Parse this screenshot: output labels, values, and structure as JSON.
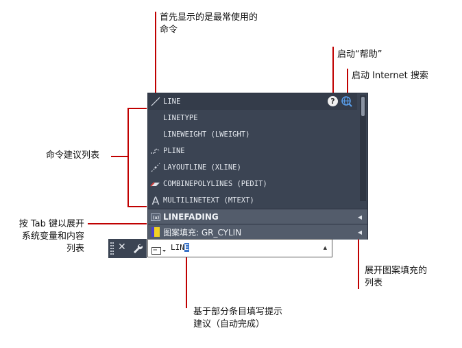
{
  "callouts": {
    "frequent": [
      "首先显示的是最常使用的",
      "命令"
    ],
    "help": "启动“帮助”",
    "internet": "启动 Internet 搜索",
    "suggestions": "命令建议列表",
    "tab": [
      "按 Tab 键以展开",
      "系统变量和内容",
      "列表"
    ],
    "expand": [
      "展开图案填充的",
      "列表"
    ],
    "autocomplete": [
      "基于部分条目填写提示",
      "建议（自动完成）"
    ]
  },
  "suggestions": [
    {
      "label": "LINE",
      "icon": "line-icon"
    },
    {
      "label": "LINETYPE",
      "icon": ""
    },
    {
      "label": "LINEWEIGHT (LWEIGHT)",
      "icon": ""
    },
    {
      "label": "PLINE",
      "icon": "pline-icon"
    },
    {
      "label": "LAYOUTLINE (XLINE)",
      "icon": "xline-icon"
    },
    {
      "label": "COMBINEPOLYLINES (PEDIT)",
      "icon": "pedit-icon"
    },
    {
      "label": "MULTILINETEXT (MTEXT)",
      "icon": "mtext-icon"
    }
  ],
  "categories": [
    {
      "label": "LINEFADING",
      "icon": "sysvar-icon"
    },
    {
      "label": "图案填充: GR_CYLIN",
      "icon": "hatch-icon"
    }
  ],
  "command_line": {
    "input_typed": "LIN",
    "input_completed": "E"
  },
  "colors": {
    "callout_line": "#c00000",
    "panel_bg": "#3b4453",
    "category_bg": "#535c6b",
    "highlight": "#3a74c9"
  }
}
